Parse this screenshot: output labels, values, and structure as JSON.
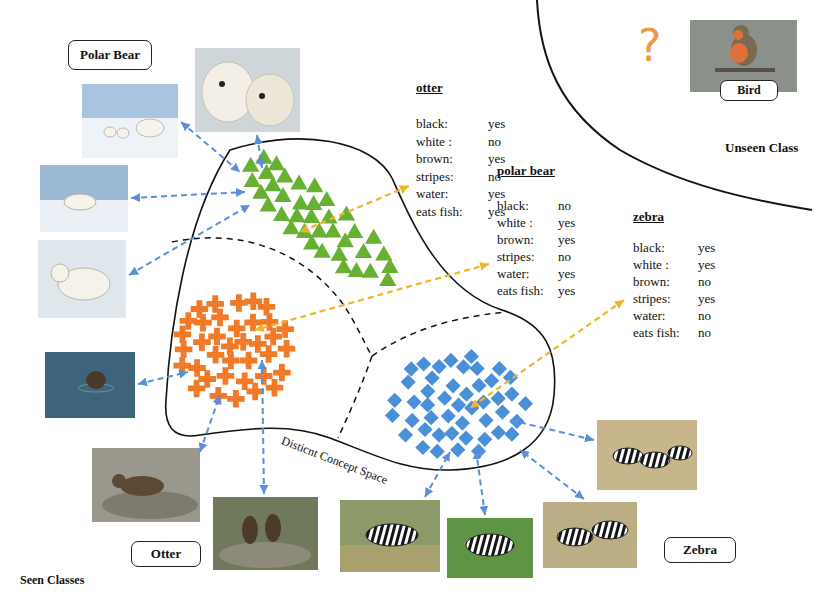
{
  "diagram": {
    "nodes": [
      {
        "text": [
          "Polar Bear"
        ]
      },
      {
        "text": [
          "Bird"
        ]
      },
      {
        "text": [
          "Otter"
        ]
      },
      {
        "text": [
          "Zebra"
        ]
      }
    ],
    "labels": [
      "?",
      "Unseen Class",
      "otter",
      "black:",
      "yes",
      "white :",
      "no",
      "brown:",
      "yes",
      "stripes:",
      "no",
      "water:",
      "yes",
      "eats fish:",
      "yes",
      "polar bear",
      "black:",
      "no",
      "white :",
      "yes",
      "brown:",
      "yes",
      "stripes:",
      "no",
      "water:",
      "yes",
      "eats fish:",
      "yes",
      "zebra",
      "black:",
      "yes",
      "white :",
      "yes",
      "brown:",
      "no",
      "stripes:",
      "yes",
      "water:",
      "no",
      "eats fish:",
      "no",
      "Disticnt Concept Space",
      "Seen Classes"
    ]
  }
}
